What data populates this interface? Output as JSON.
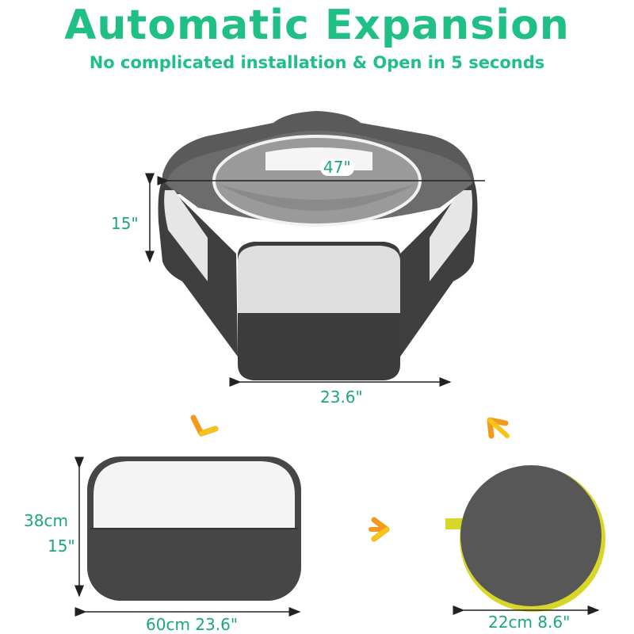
{
  "header": {
    "title": "Automatic Expansion",
    "subtitle": "No complicated installation & Open in 5 seconds"
  },
  "expanded_playpen": {
    "width_label": "47\"",
    "height_label": "15\"",
    "panel_width_label": "23.6\""
  },
  "folded_panel": {
    "height_cm_label": "38cm",
    "height_in_label": "15\"",
    "width_label": "60cm 23.6\""
  },
  "storage_bag": {
    "diameter_label": "22cm 8.6\""
  },
  "icons": {
    "arrow_down_left": "arrow-down-left-icon",
    "arrow_right": "arrow-right-icon",
    "arrow_up_left": "arrow-up-left-icon"
  },
  "colors": {
    "accent_green": "#1fbf86",
    "arrow_orange": "#f39a1e",
    "arrow_yellow": "#f5c518",
    "fabric_dark": "#4a4a4a",
    "mesh_light": "#e4e4e4",
    "bag_trim": "#d9d62a"
  }
}
